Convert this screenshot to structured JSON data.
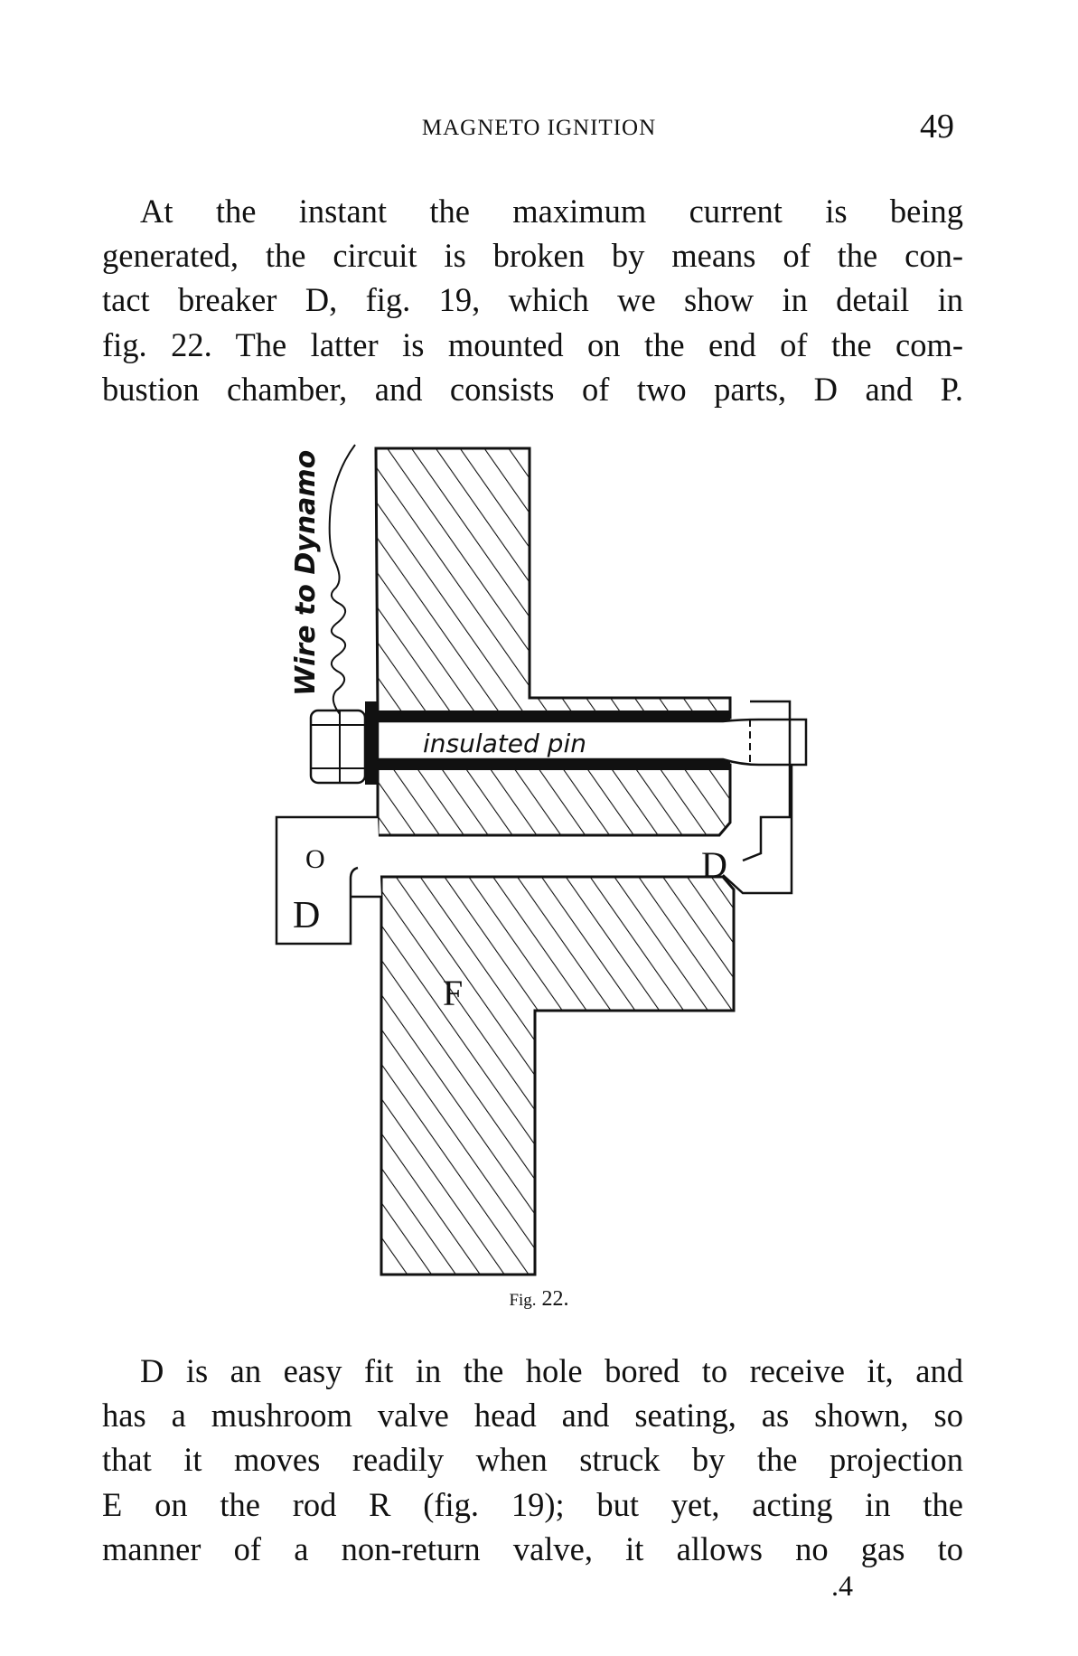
{
  "header": {
    "running_title": "MAGNETO IGNITION",
    "page_number": "49"
  },
  "paragraph_1": {
    "lines": [
      "At the instant the maximum current is being",
      "generated, the circuit is broken by means of the con-",
      "tact breaker D, fig. 19, which we show in detail in",
      "fig. 22.  The latter is mounted on the end of the com-",
      "bustion chamber, and consists of two parts, D and P."
    ]
  },
  "figure": {
    "caption_prefix": "Fig.",
    "caption_number": "22.",
    "labels": {
      "wire": "Wire to Dynamo",
      "pin": "insulated pin",
      "contact_d": "D",
      "box_o": "O",
      "box_d": "D",
      "block_f": "F"
    }
  },
  "paragraph_2": {
    "lines": [
      "D is an easy fit in the hole bored to receive it, and",
      "has a mushroom valve head and seating, as shown, so",
      "that it moves readily when struck by the projection",
      "E on the rod R (fig. 19); but yet, acting in the",
      "manner of a non-return valve, it allows no gas to"
    ]
  },
  "signature_mark": ".4"
}
